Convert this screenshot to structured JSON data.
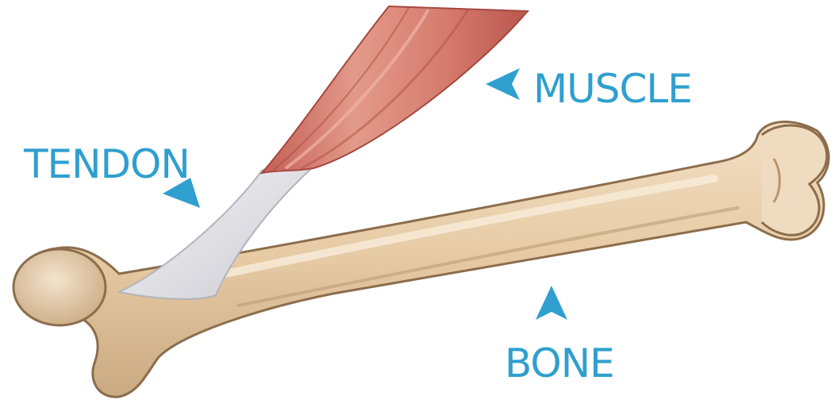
{
  "labels": {
    "muscle": "MUSCLE",
    "tendon": "TENDON",
    "bone": "BONE"
  },
  "colors": {
    "label": "#2f9fcf",
    "muscle": "#d8857a",
    "tendon": "#e9e9ec",
    "bone": "#ead1b0",
    "background": "#ffffff"
  },
  "icons": {
    "muscle_pointer": "triangle-left-icon",
    "tendon_pointer": "triangle-down-right-icon",
    "bone_pointer": "triangle-up-icon"
  }
}
